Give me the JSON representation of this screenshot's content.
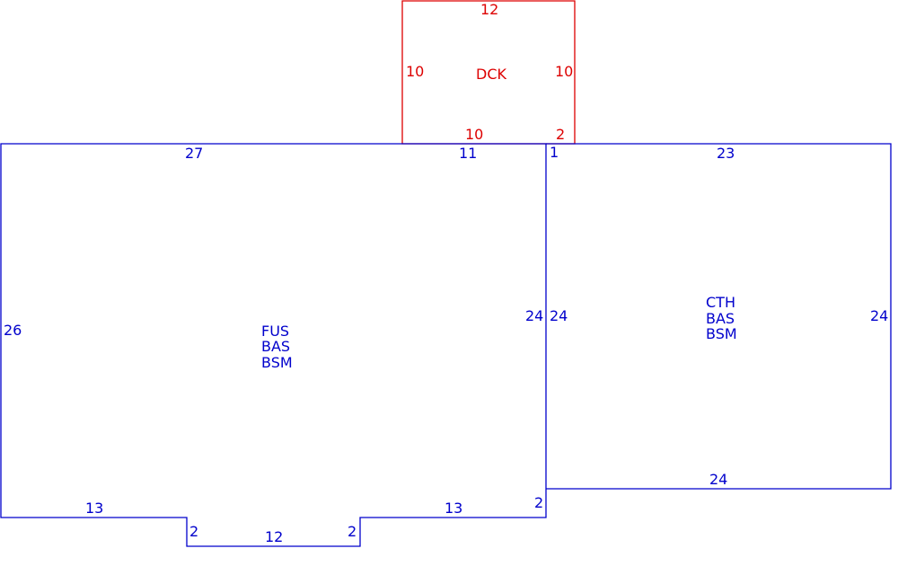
{
  "colors": {
    "main": "#0000cc",
    "deck": "#dd0000",
    "background": "#ffffff"
  },
  "deck": {
    "code": "DCK",
    "dims": {
      "top": "12",
      "left": "10",
      "right": "10",
      "bottom_a": "10",
      "bottom_b": "2"
    }
  },
  "main_house": {
    "codes": [
      "FUS",
      "BAS",
      "BSM"
    ],
    "dims": {
      "top_a": "27",
      "top_b": "11",
      "left": "26",
      "right": "24",
      "bottom_left": "13",
      "bottom_right": "13",
      "notch_left": "2",
      "notch_bottom": "12",
      "notch_right": "2",
      "corner_step": "2"
    }
  },
  "addition": {
    "codes": [
      "CTH",
      "BAS",
      "BSM"
    ],
    "dims": {
      "top": "23",
      "top_offset": "1",
      "left": "24",
      "right": "24",
      "bottom": "24"
    }
  }
}
